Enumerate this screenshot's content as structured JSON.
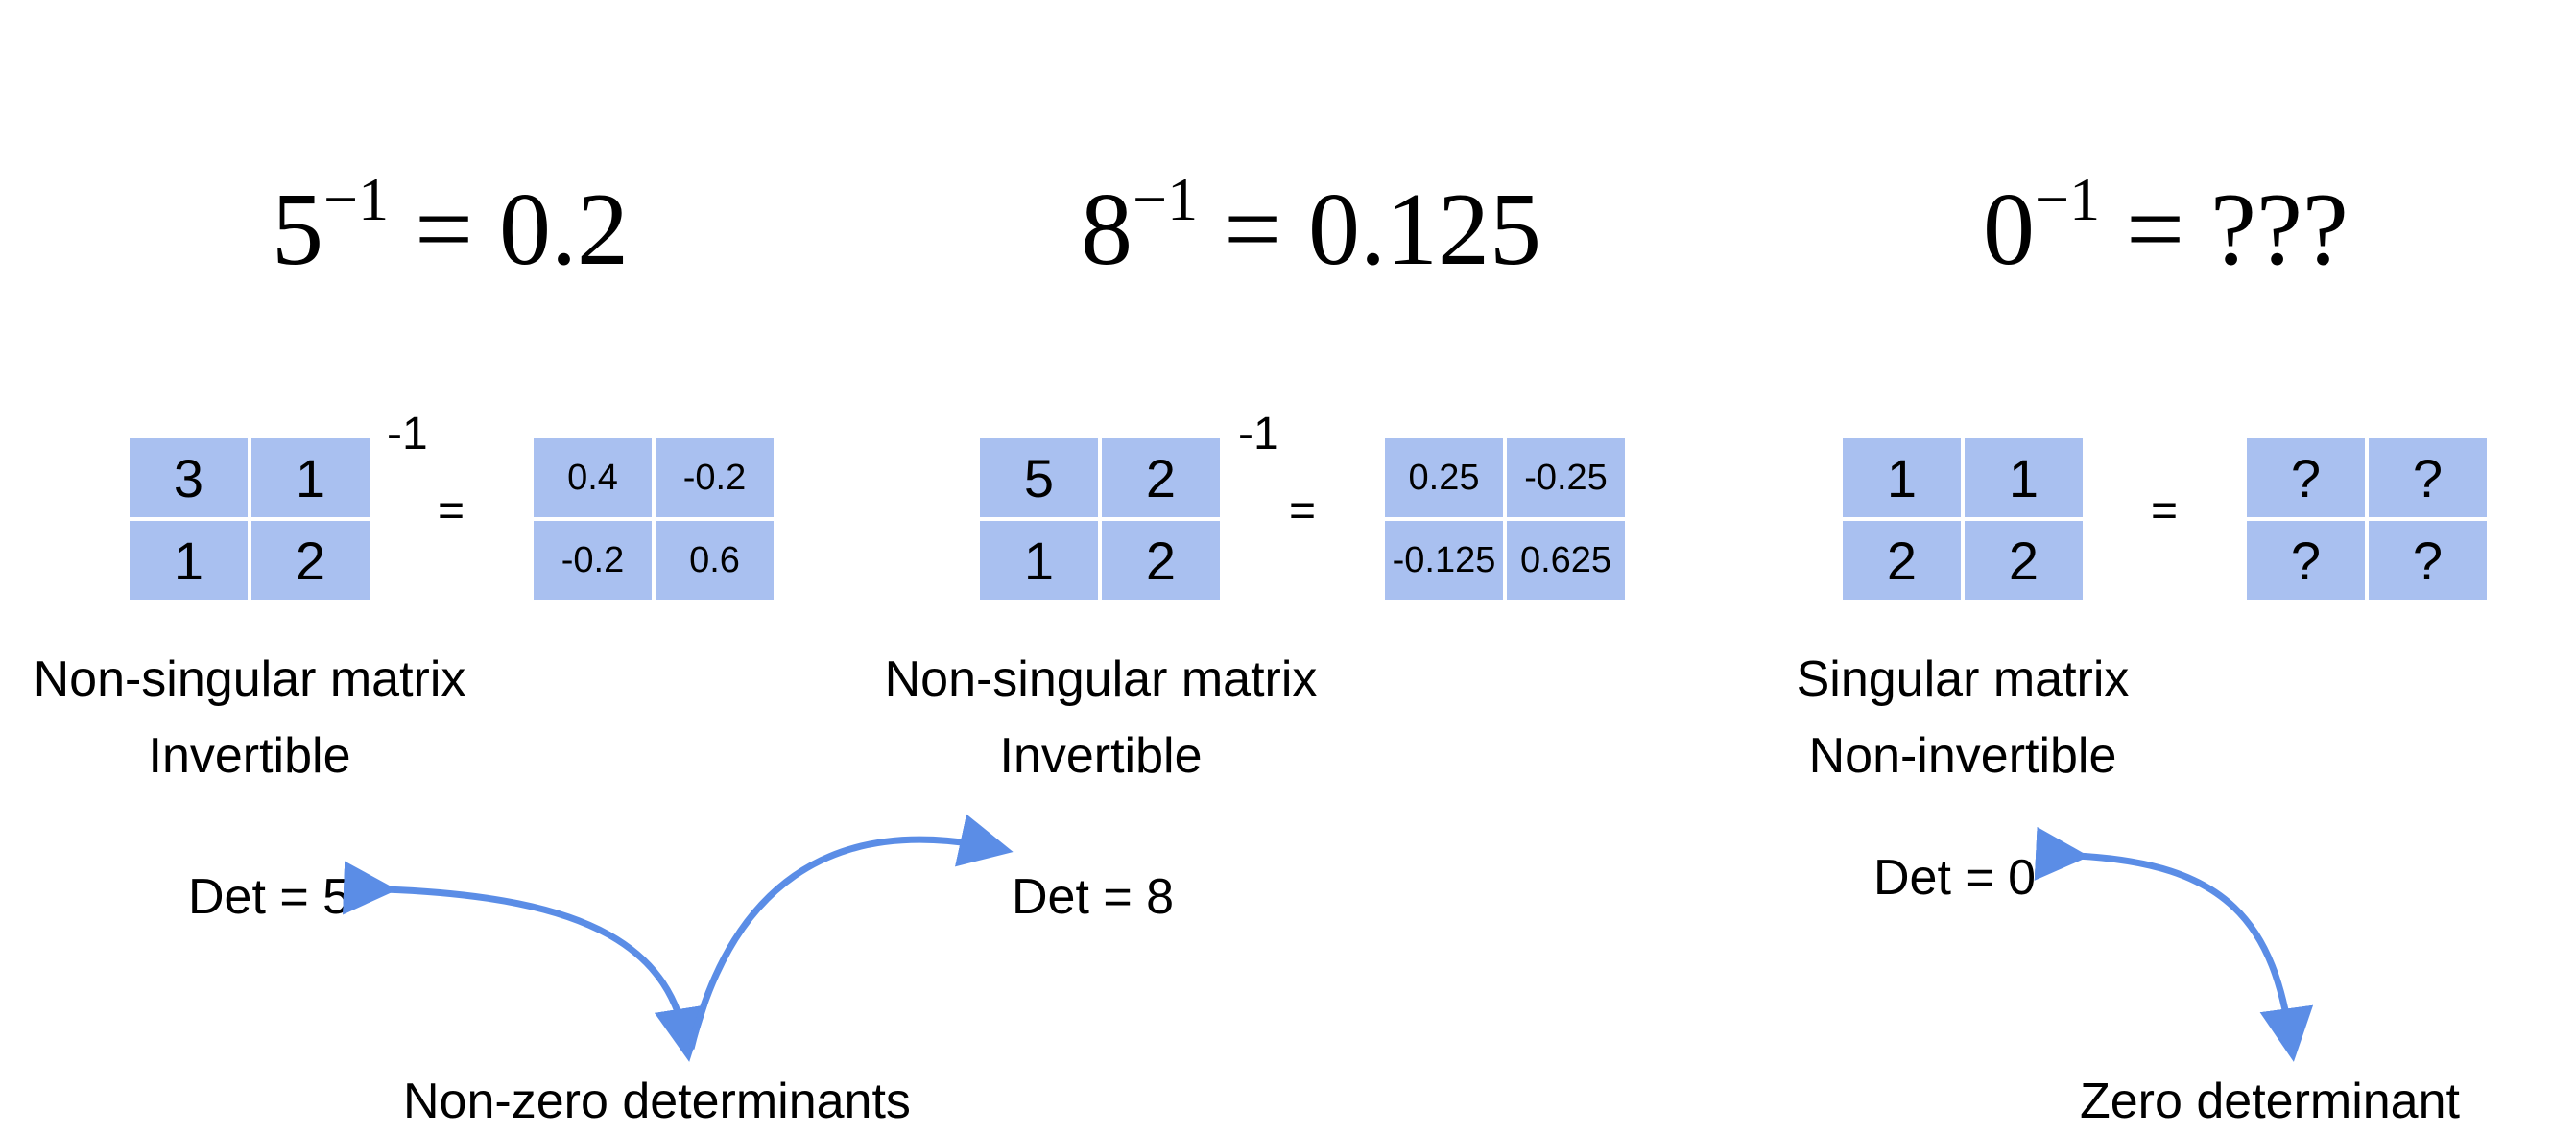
{
  "examples": [
    {
      "equation": {
        "base": "5",
        "exponent": "−1",
        "result": "= 0.2"
      },
      "matrix": [
        [
          "3",
          "1"
        ],
        [
          "1",
          "2"
        ]
      ],
      "inverse_superscript": "-1",
      "equals": "=",
      "inverse": [
        [
          "0.4",
          "-0.2"
        ],
        [
          "-0.2",
          "0.6"
        ]
      ],
      "type_label": "Non-singular matrix",
      "invert_label": "Invertible",
      "det_label": "Det = 5"
    },
    {
      "equation": {
        "base": "8",
        "exponent": "−1",
        "result": "= 0.125"
      },
      "matrix": [
        [
          "5",
          "2"
        ],
        [
          "1",
          "2"
        ]
      ],
      "inverse_superscript": "-1",
      "equals": "=",
      "inverse": [
        [
          "0.25",
          "-0.25"
        ],
        [
          "-0.125",
          "0.625"
        ]
      ],
      "type_label": "Non-singular matrix",
      "invert_label": "Invertible",
      "det_label": "Det = 8"
    },
    {
      "equation": {
        "base": "0",
        "exponent": "−1",
        "result": "= ???"
      },
      "matrix": [
        [
          "1",
          "1"
        ],
        [
          "2",
          "2"
        ]
      ],
      "equals": "=",
      "inverse": [
        [
          "?",
          "?"
        ],
        [
          "?",
          "?"
        ]
      ],
      "type_label": "Singular matrix",
      "invert_label": "Non-invertible",
      "det_label": "Det = 0"
    }
  ],
  "bottom_labels": {
    "nonzero": "Non-zero determinants",
    "zero": "Zero determinant"
  },
  "colors": {
    "cell_fill": "#a9c0f0",
    "arrow": "#5b8de6"
  }
}
